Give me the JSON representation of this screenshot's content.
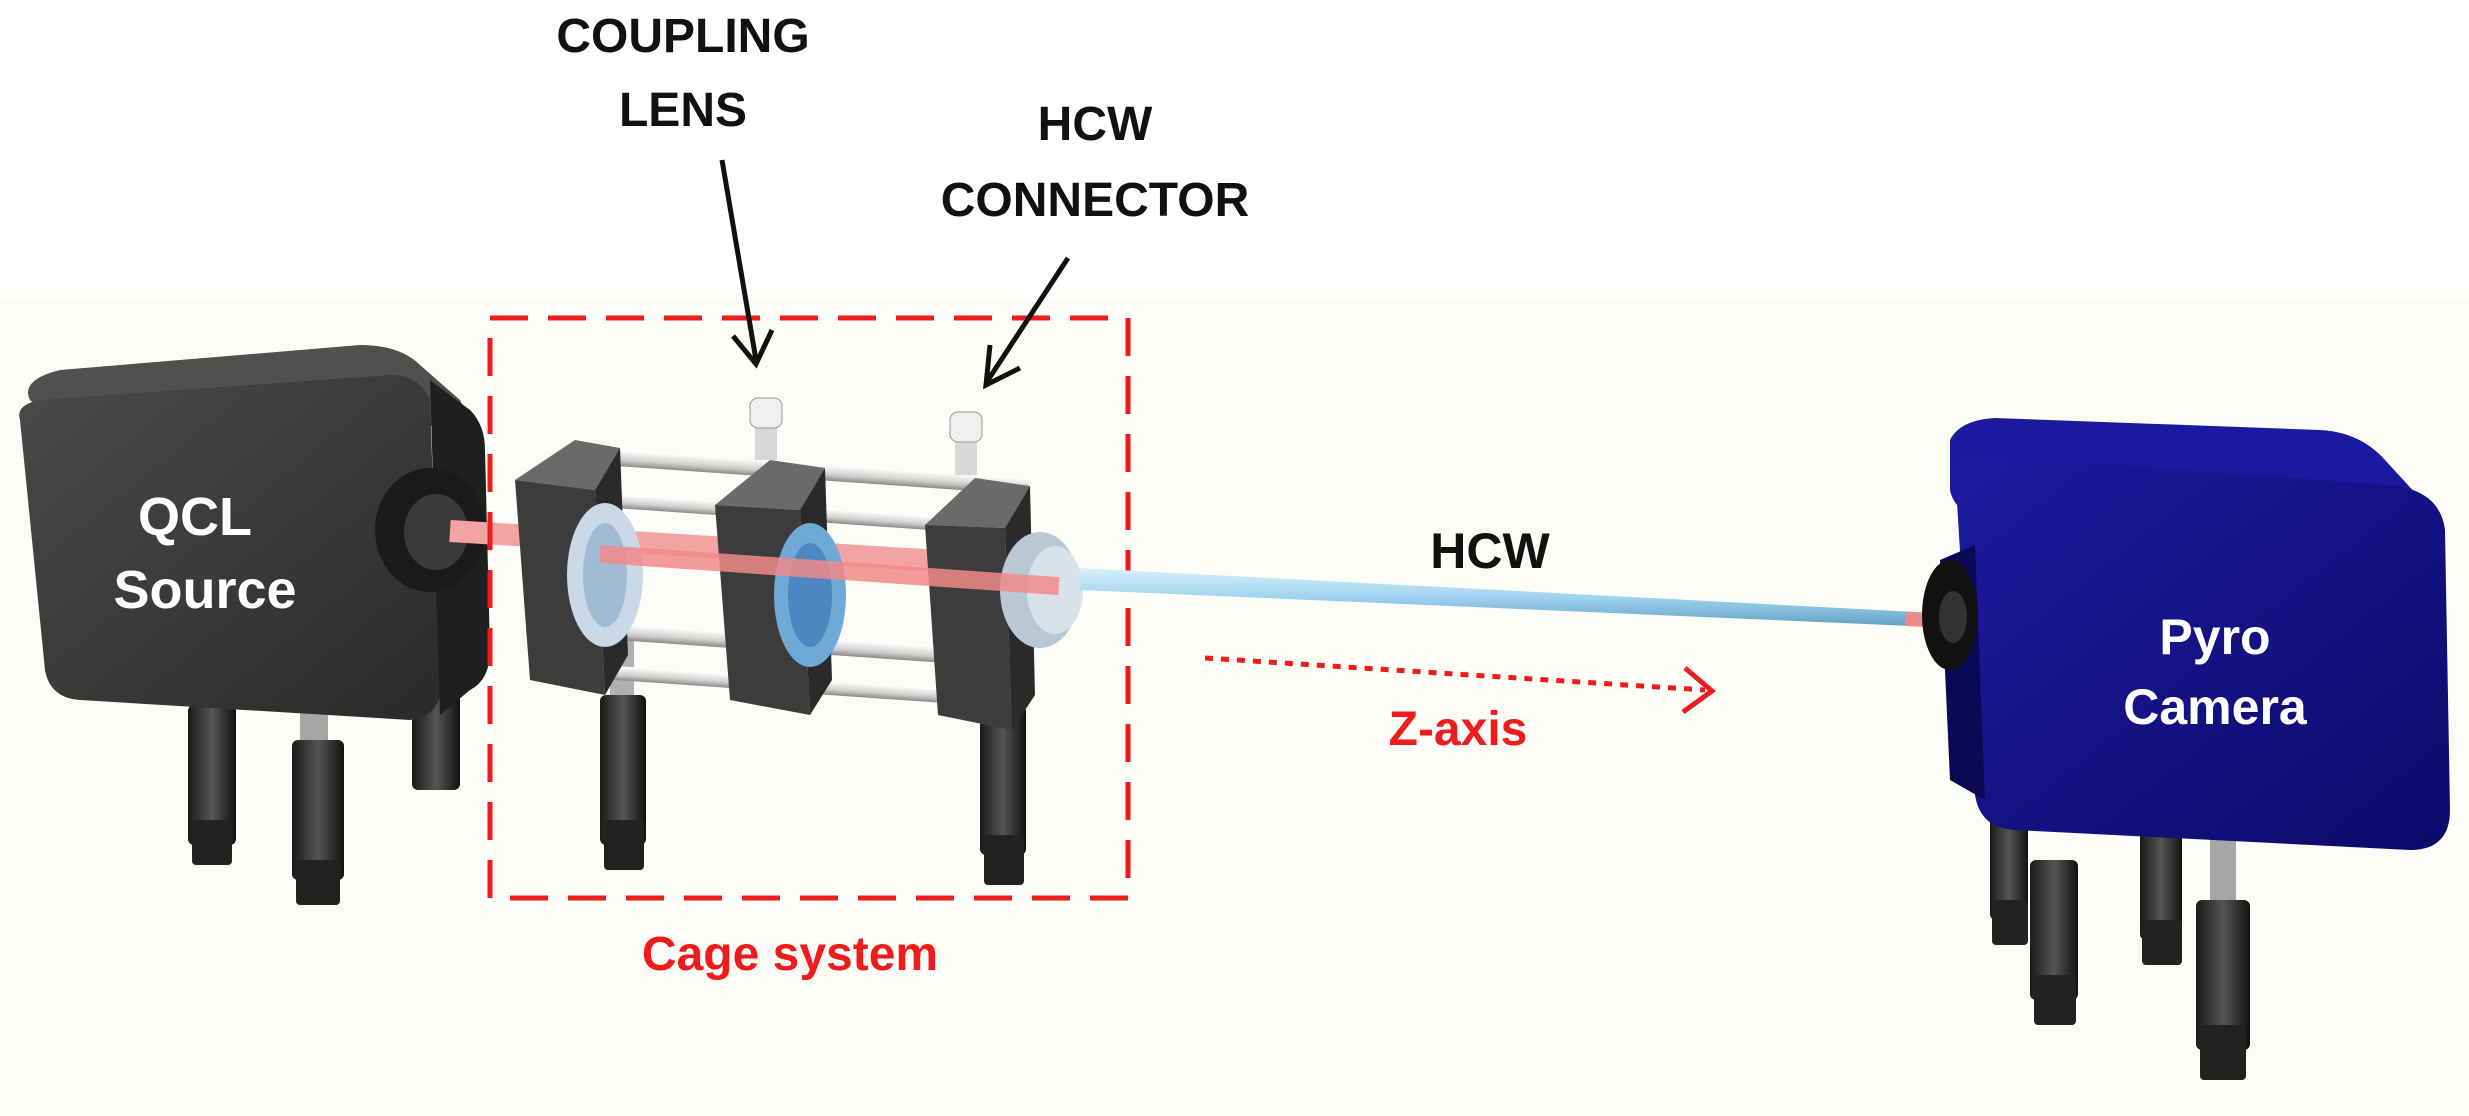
{
  "labels": {
    "coupling_lens_line1": "COUPLING",
    "coupling_lens_line2": "LENS",
    "hcw_connector_line1": "HCW",
    "hcw_connector_line2": "CONNECTOR",
    "hcw": "HCW",
    "z_axis": "Z-axis",
    "cage_system": "Cage system",
    "qcl_line1": "QCL",
    "qcl_line2": "Source",
    "pyro_line1": "Pyro",
    "pyro_line2": "Camera"
  },
  "colors": {
    "background": "#fefefc",
    "qcl_body": "#3a3a3a",
    "pyro_body": "#12128a",
    "laser_beam": "#f4a3a3",
    "hcw_fiber": "#9fd3f0",
    "annotation_red": "#ee1c1c",
    "label_black": "#111111",
    "label_white": "#ffffff"
  }
}
